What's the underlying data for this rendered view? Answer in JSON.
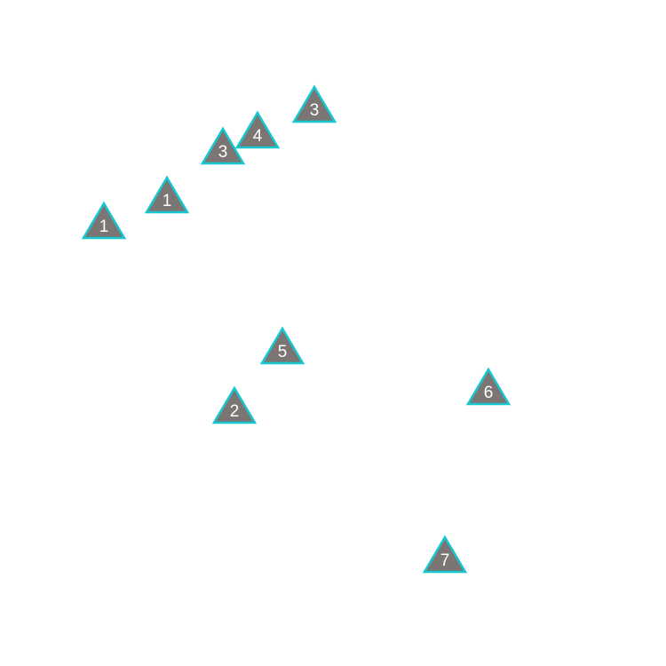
{
  "map": {
    "marker_fill": "#7b7574",
    "marker_stroke": "#16c7cf",
    "marker_shape": "triangle",
    "markers": [
      {
        "label": "1"
      },
      {
        "label": "1"
      },
      {
        "label": "3"
      },
      {
        "label": "4"
      },
      {
        "label": "3"
      },
      {
        "label": "5"
      },
      {
        "label": "2"
      },
      {
        "label": "6"
      },
      {
        "label": "7"
      }
    ]
  }
}
